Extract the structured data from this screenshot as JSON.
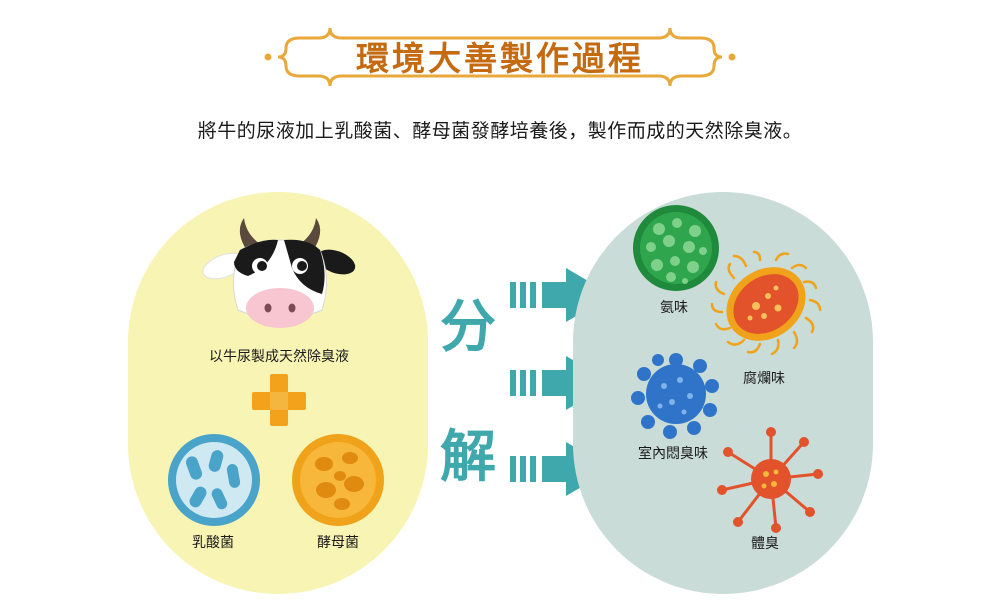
{
  "title": "環境大善製作過程",
  "subtitle": "將牛的尿液加上乳酸菌、酵母菌發酵培養後，製作而成的天然除臭液。",
  "left": {
    "cow_label": "以牛尿製成天然除臭液",
    "bacteria_1": "乳酸菌",
    "bacteria_2": "酵母菌"
  },
  "center": {
    "char_1": "分",
    "char_2": "解"
  },
  "right": {
    "odor_1": "氨味",
    "odor_2": "腐爛味",
    "odor_3": "室內悶臭味",
    "odor_4": "體臭"
  },
  "colors": {
    "title": "#c46b12",
    "frame": "#e8a93a",
    "left_panel": "#f8f4b4",
    "right_panel": "#c9dcd8",
    "accent": "#3ea8ad",
    "plus": "#f2a31b"
  }
}
